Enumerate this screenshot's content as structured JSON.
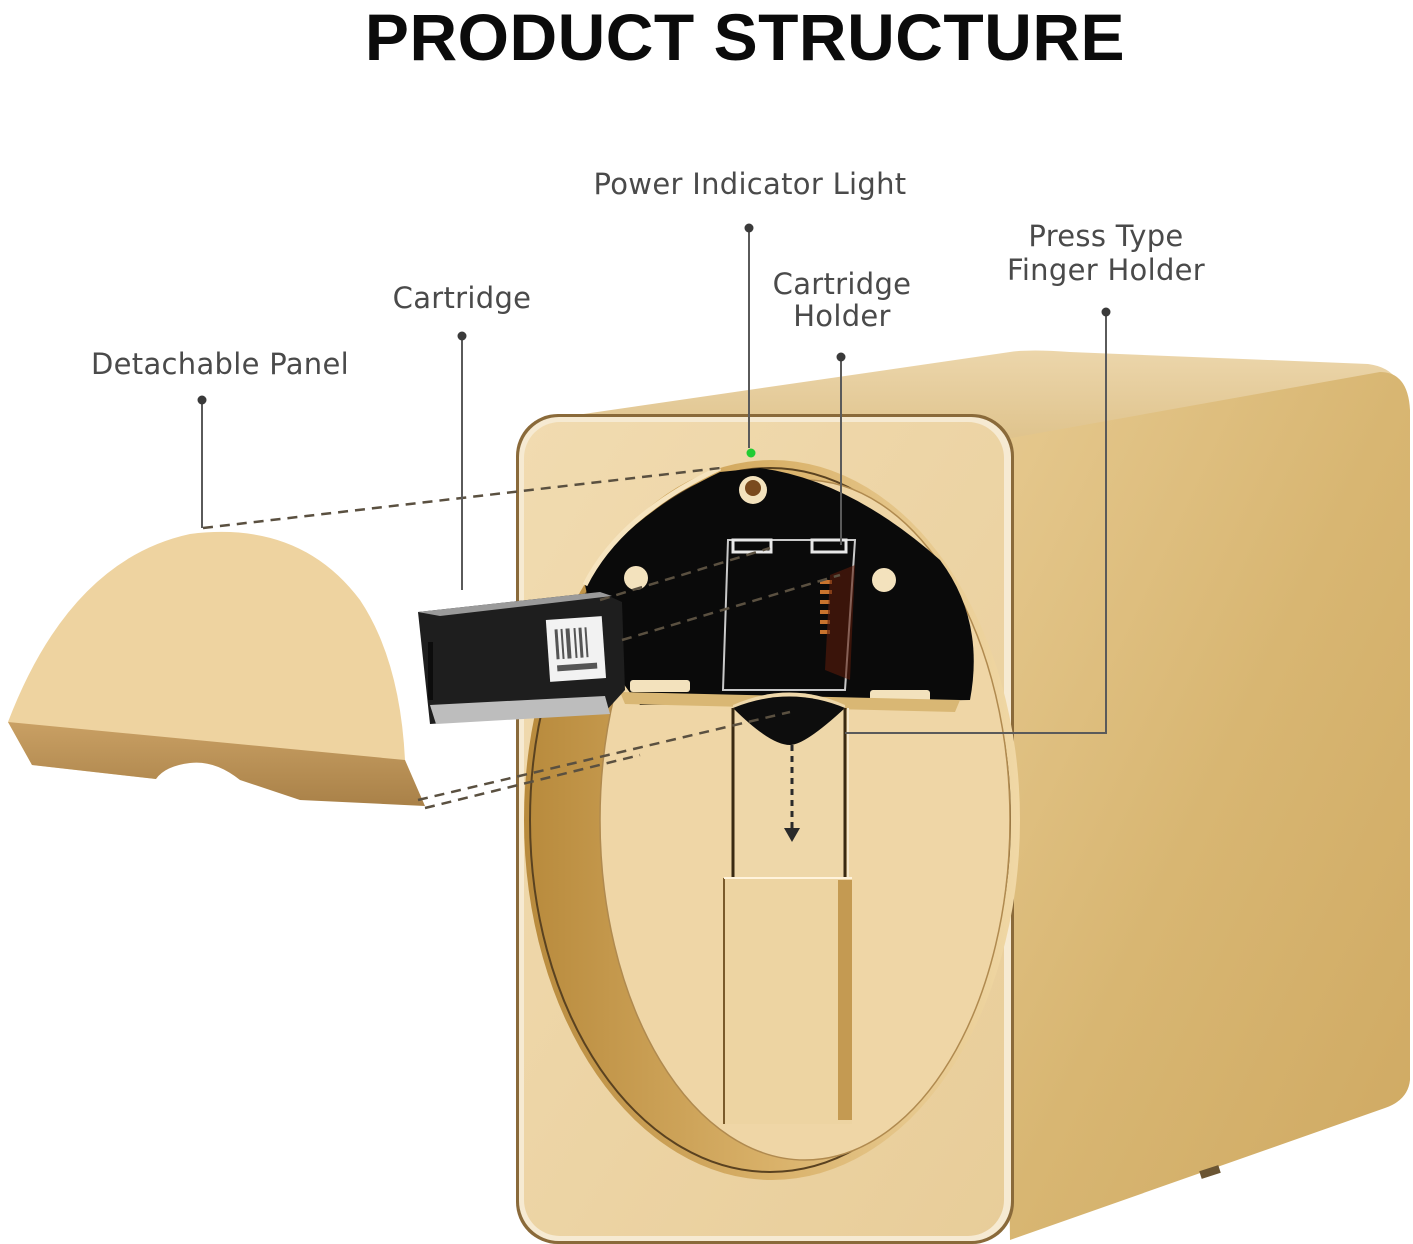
{
  "title": "PRODUCT STRUCTURE",
  "labels": {
    "power_indicator": "Power Indicator Light",
    "cartridge": "Cartridge",
    "cartridge_holder_1": "Cartridge",
    "cartridge_holder_2": "Holder",
    "press_type_1": "Press Type",
    "press_type_2": "Finger Holder",
    "detachable_panel": "Detachable Panel"
  },
  "colors": {
    "title": "#0b0b0b",
    "label_text": "#4a4a4a",
    "leader_line": "#555555",
    "body_gold": "#d9b67a",
    "face_light": "#efd6a6",
    "indicator_green": "#22cc33",
    "cartridge_black": "#1e1e1e"
  }
}
